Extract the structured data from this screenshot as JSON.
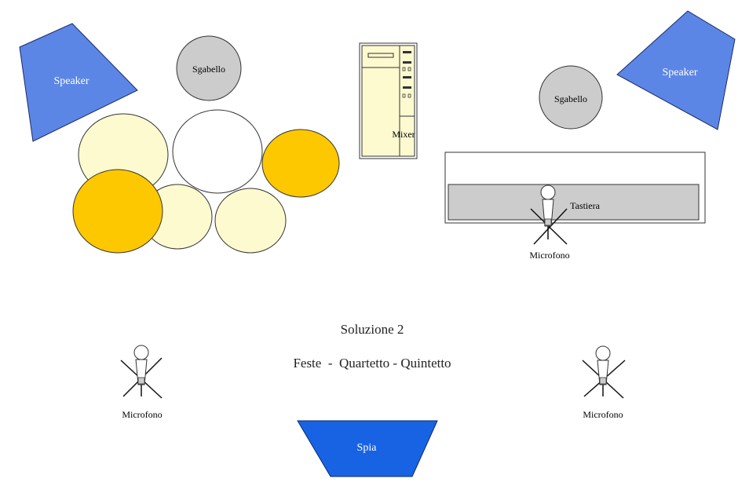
{
  "labels": {
    "speaker_left": "Speaker",
    "speaker_right": "Speaker",
    "stool_left": "Sgabello",
    "stool_right": "Sgabello",
    "mixer": "Mixer",
    "keyboard": "Tastiera",
    "mic_keyboard": "Microfono",
    "mic_left": "Microfono",
    "mic_right": "Microfono",
    "monitor": "Spia"
  },
  "caption": {
    "title": "Soluzione 2",
    "subtitle": "Feste  -  Quartetto - Quintetto"
  },
  "colors": {
    "speaker": "#5b86e6",
    "monitor": "#1863e3",
    "stool": "#cccccc",
    "drum_light": "#fefad0",
    "drum_dark": "#fdc800",
    "drum_white": "#ffffff",
    "mixer_fill": "#fefad0",
    "keyboard_fill": "#cccccc"
  }
}
